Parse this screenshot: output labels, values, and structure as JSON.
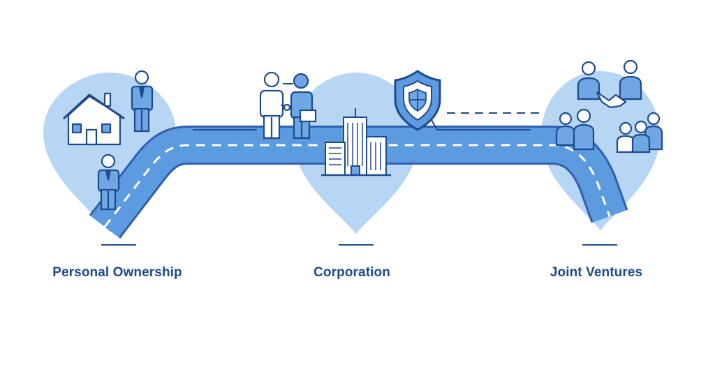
{
  "stages": [
    {
      "id": "personal",
      "label": "Personal Ownership"
    },
    {
      "id": "corporation",
      "label": "Corporation"
    },
    {
      "id": "joint-ventures",
      "label": "Joint Ventures"
    }
  ],
  "colors": {
    "pin_fill": "#b7d6f4",
    "road_fill": "#5d9be0",
    "road_edge": "#2f5fae",
    "line_dark": "#1e4a8c",
    "label_text": "#1e4a8c",
    "icon_fill": "#6fa6e4"
  },
  "icons": [
    "house-icon",
    "person-icon",
    "handshake-icon",
    "building-icon",
    "shield-icon",
    "people-group-icon"
  ]
}
